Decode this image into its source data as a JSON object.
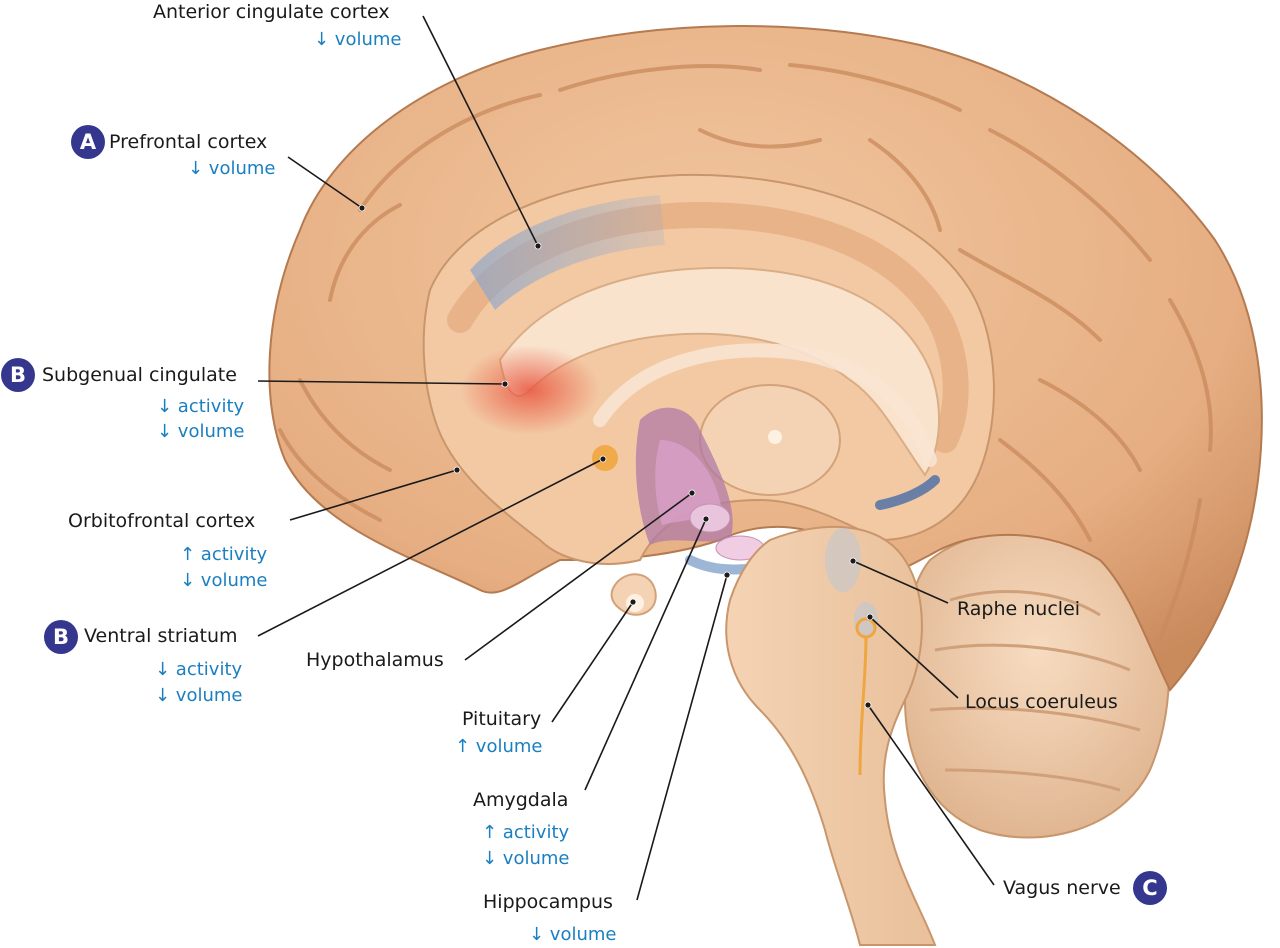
{
  "colors": {
    "cortex": "#e9b58a",
    "cortex_shadow": "#c98a5c",
    "medial": "#f6d8bc",
    "label_text": "#1a1a1a",
    "change_text": "#1a7fc0",
    "badge": "#35378f",
    "highlight_red": "#e8553f",
    "highlight_blue": "#8aa6cc"
  },
  "labels": {
    "acc": {
      "name": "Anterior cingulate cortex",
      "changes": [
        "↓ volume"
      ]
    },
    "pfc": {
      "name": "Prefrontal cortex",
      "badge": "A",
      "changes": [
        "↓ volume"
      ]
    },
    "sgc": {
      "name": "Subgenual cingulate",
      "badge": "B",
      "changes": [
        "↓ activity",
        "↓ volume"
      ]
    },
    "ofc": {
      "name": "Orbitofrontal cortex",
      "changes": [
        "↑ activity",
        "↓ volume"
      ]
    },
    "vs": {
      "name": "Ventral striatum",
      "badge": "B",
      "changes": [
        "↓ activity",
        "↓ volume"
      ]
    },
    "hypo": {
      "name": "Hypothalamus"
    },
    "pit": {
      "name": "Pituitary",
      "changes": [
        "↑ volume"
      ]
    },
    "amy": {
      "name": "Amygdala",
      "changes": [
        "↑ activity",
        "↓ volume"
      ]
    },
    "hippo": {
      "name": "Hippocampus",
      "changes": [
        "↓ volume"
      ]
    },
    "raphe": {
      "name": "Raphe nuclei"
    },
    "lc": {
      "name": "Locus coeruleus"
    },
    "vagus": {
      "name": "Vagus nerve",
      "badge": "C"
    }
  }
}
